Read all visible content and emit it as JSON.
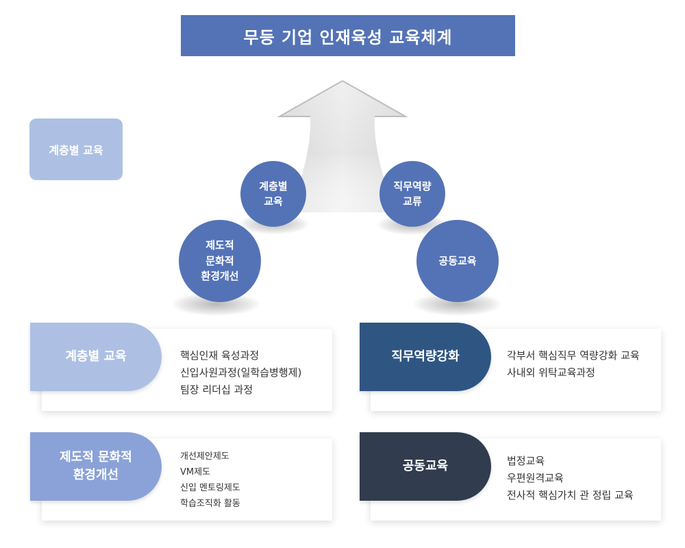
{
  "title": "무등 기업 인재육성 교육체계",
  "legend_tag": "계층별 교육",
  "colors": {
    "primary": "#5473b6",
    "light": "#adc0e4",
    "medium": "#8aa2d8",
    "steel": "#2f5683",
    "dark": "#313c4e"
  },
  "circles": {
    "tier_edu": "계층별\n교육",
    "job_exchange": "직무역량\n교류",
    "institutional": "제도적\n문화적\n환경개선",
    "joint": "공동교육"
  },
  "cards": {
    "tier": {
      "label": "계층별 교육",
      "items": [
        "핵심인재 육성과정",
        "신입사원과정(일학습병행제)",
        "팀장 리더십 과정"
      ]
    },
    "job": {
      "label": "직무역량강화",
      "items": [
        "각부서 핵심직무 역량강화 교육",
        "사내외 위탁교육과정"
      ]
    },
    "institutional": {
      "label": "제도적 문화적\n환경개선",
      "items": [
        "개선제안제도",
        "VM제도",
        "신입 멘토링제도",
        "학습조직화 활동"
      ]
    },
    "joint": {
      "label": "공동교육",
      "items": [
        "법정교육",
        "우편원격교육",
        "전사적 핵심가치 관 정립 교육"
      ]
    }
  }
}
